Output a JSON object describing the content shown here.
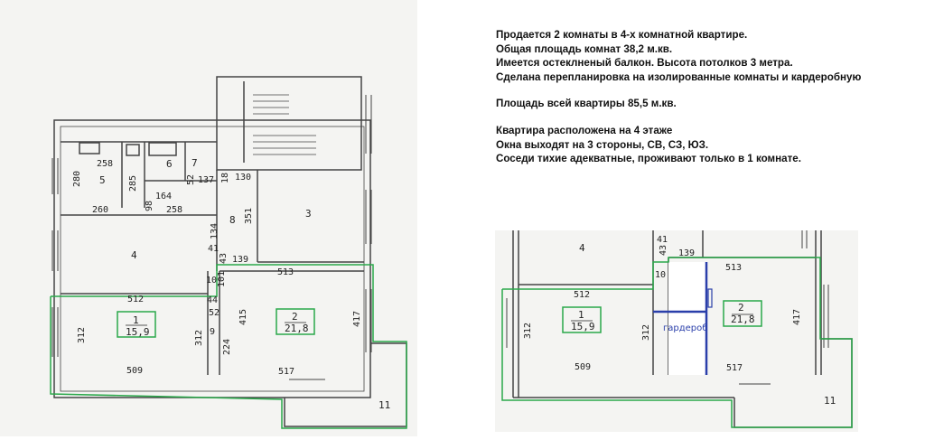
{
  "description": {
    "lines_block1": [
      "Продается 2 комнаты в 4-х комнатной квартире.",
      "Общая площадь комнат 38,2 м.кв.",
      "Имеется остеклненый балкон. Высота потолков 3 метра.",
      "Сделана перепланировка на изолированные комнаты и кардеробную"
    ],
    "total_area_line": "Площадь всей квартиры 85,5 м.кв.",
    "lines_block2": [
      "Квартира расположена на 4 этаже",
      "Окна выходят на 3 стороны, СВ, СЗ, ЮЗ.",
      "Соседи тихие адекватные, проживают только в 1 комнате."
    ]
  },
  "left_plan": {
    "dims": {
      "d258": "258",
      "d280": "280",
      "d285": "285",
      "d164": "164",
      "d98": "98",
      "d52a": "52",
      "d137": "137",
      "d18": "18",
      "d130": "130",
      "d260": "260",
      "d258b": "258",
      "d134": "134",
      "d351": "351",
      "d41": "41",
      "d43": "43",
      "d139": "139",
      "d513": "513",
      "d512": "512",
      "d101": "101",
      "d10": "10",
      "d44": "44",
      "d52b": "52",
      "d312a": "312",
      "d312b": "312",
      "d9": "9",
      "d415": "415",
      "d224": "224",
      "d417": "417",
      "d509": "509",
      "d517": "517"
    },
    "rooms": {
      "r5": "5",
      "r6": "6",
      "r7": "7",
      "r8": "8",
      "r3": "3",
      "r4": "4",
      "r11": "11",
      "r1_num": "1",
      "r1_area": "15,9",
      "r2_num": "2",
      "r2_area": "21,8"
    }
  },
  "right_plan": {
    "dims": {
      "d41": "41",
      "d43": "43",
      "d139": "139",
      "d10": "10",
      "d513": "513",
      "d512": "512",
      "d312a": "312",
      "d312b": "312",
      "d417": "417",
      "d509": "509",
      "d517": "517"
    },
    "rooms": {
      "r4": "4",
      "r11": "11",
      "r1_num": "1",
      "r1_area": "15,9",
      "r2_num": "2",
      "r2_area": "21,8"
    },
    "wardrobe_label": "гардероб"
  },
  "colors": {
    "highlight_green": "#2aa84a",
    "wardrobe_blue": "#2a3faa",
    "wall": "#444444"
  }
}
